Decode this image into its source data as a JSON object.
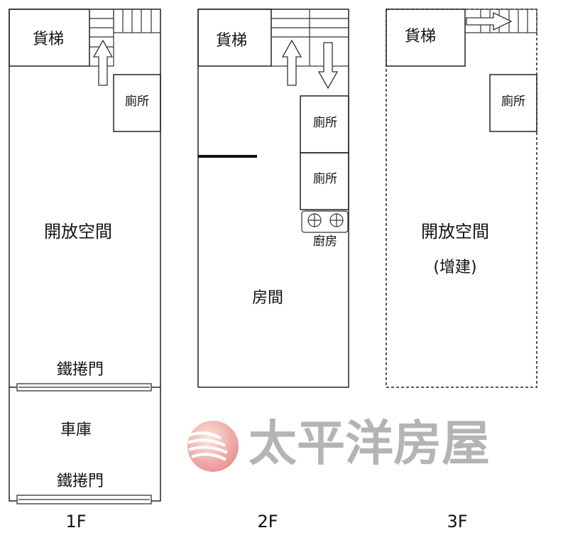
{
  "floors": [
    {
      "label": "1F",
      "elevator": "貨梯",
      "toilet": "廁所",
      "open_space": "開放空間",
      "shutter_1": "鐵捲門",
      "garage": "車庫",
      "shutter_2": "鐵捲門"
    },
    {
      "label": "2F",
      "elevator": "貨梯",
      "toilet_1": "廁所",
      "toilet_2": "廁所",
      "kitchen": "廚房",
      "room": "房間"
    },
    {
      "label": "3F",
      "elevator": "貨梯",
      "toilet": "廁所",
      "open_space": "開放空間",
      "note": "(增建)"
    }
  ],
  "watermark": {
    "text": "太平洋房屋",
    "logo_color": "#e98a8a",
    "text_color": "#8a8a8a"
  }
}
